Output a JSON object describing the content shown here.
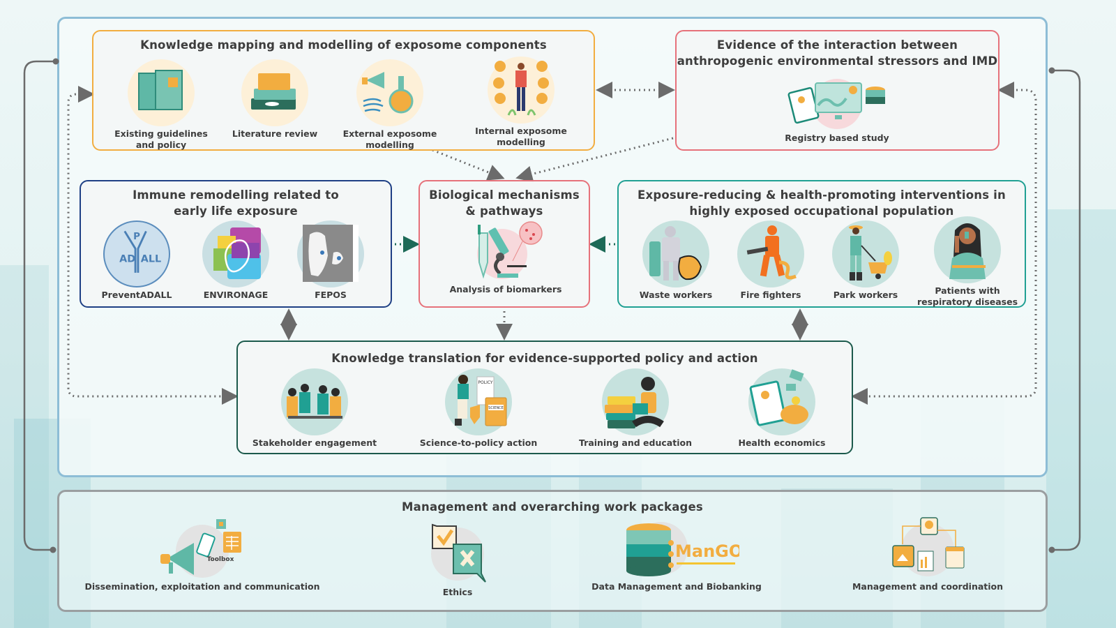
{
  "colors": {
    "orange": "#f2ad40",
    "red": "#e6717a",
    "navy": "#1e3f84",
    "teal": "#20a093",
    "dark_green": "#1c5a4c",
    "blue_frame": "#8dbdd6",
    "grey_frame": "#9a9ea0",
    "connector": "#6b6b6b"
  },
  "boxes": {
    "knowledge_mapping": {
      "title": "Knowledge mapping and modelling of exposome components",
      "items": [
        {
          "label": "Existing guidelines and policy",
          "line1": "Existing guidelines",
          "line2": "and policy",
          "icon": "folders-icon"
        },
        {
          "label": "Literature review",
          "line1": "Literature review",
          "line2": "",
          "icon": "books-icon"
        },
        {
          "label": "External exposome modelling",
          "line1": "External exposome",
          "line2": "modelling",
          "icon": "megaphone-flask-icon"
        },
        {
          "label": "Internal exposome modelling",
          "line1": "Internal exposome",
          "line2": "modelling",
          "icon": "person-icon"
        }
      ]
    },
    "evidence": {
      "title_line1": "Evidence of the interaction between",
      "title_line2": "anthropogenic environmental stressors and IMD",
      "items": [
        {
          "label": "Registry based study",
          "icon": "registry-dashboard-icon"
        }
      ]
    },
    "immune": {
      "title_line1": "Immune remodelling related to",
      "title_line2": "early life exposure",
      "items": [
        {
          "label": "PreventADALL",
          "icon": "preventadall-logo",
          "logo_text_top": "P",
          "logo_text_left": "AD",
          "logo_text_right": "ALL"
        },
        {
          "label": "ENVIRONAGE",
          "icon": "environage-logo"
        },
        {
          "label": "FEPOS",
          "icon": "denmark-map-icon"
        }
      ]
    },
    "biological": {
      "title_line1": "Biological mechanisms",
      "title_line2": "& pathways",
      "items": [
        {
          "label": "Analysis of biomarkers",
          "icon": "microscope-icon"
        }
      ]
    },
    "exposure_reducing": {
      "title_line1": "Exposure-reducing & health-promoting interventions in",
      "title_line2": "highly exposed occupational population",
      "items": [
        {
          "label": "Waste workers",
          "line1": "Waste workers",
          "line2": "",
          "icon": "waste-worker-icon"
        },
        {
          "label": "Fire fighters",
          "line1": "Fire fighters",
          "line2": "",
          "icon": "firefighter-icon"
        },
        {
          "label": "Park workers",
          "line1": "Park workers",
          "line2": "",
          "icon": "park-worker-icon"
        },
        {
          "label": "Patients with respiratory diseases",
          "line1": "Patients with",
          "line2": "respiratory diseases",
          "icon": "inhaler-patient-icon"
        }
      ]
    },
    "knowledge_translation": {
      "title": "Knowledge translation for evidence-supported policy and action",
      "items": [
        {
          "label": "Stakeholder engagement",
          "icon": "group-meeting-icon"
        },
        {
          "label": "Science-to-policy action",
          "icon": "policy-science-icon",
          "doc1": "POLICY",
          "doc2": "SCIENCE"
        },
        {
          "label": "Training and education",
          "icon": "student-laptop-icon"
        },
        {
          "label": "Health economics",
          "icon": "piggy-bank-icon"
        }
      ]
    }
  },
  "management": {
    "title": "Management and overarching work packages",
    "items": [
      {
        "label": "Dissemination, exploitation and communication",
        "icon": "megaphone-toolbox-icon",
        "sub_label": "Toolbox"
      },
      {
        "label": "Ethics",
        "icon": "check-cross-bubbles-icon"
      },
      {
        "label": "Data Management and Biobanking",
        "icon": "mango-database-icon",
        "logo_text": "ManGO"
      },
      {
        "label": "Management and coordination",
        "icon": "workflow-icon"
      }
    ]
  }
}
